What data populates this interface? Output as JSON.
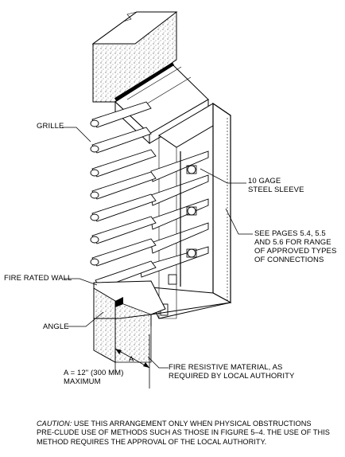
{
  "labels": {
    "grille": "GRILLE",
    "sleeve": "10 GAGE\nSTEEL SLEEVE",
    "see_pages": "SEE PAGES 5.4, 5.5\nAND 5.6 FOR RANGE\nOF APPROVED TYPES\nOF CONNECTIONS",
    "fire_wall": "FIRE RATED WALL",
    "angle": "ANGLE",
    "fire_material": "FIRE RESISTIVE MATERIAL, AS\nREQUIRED BY LOCAL AUTHORITY",
    "dim_a": "A",
    "dim_note": "A = 12\" (300 MM)\nMAXIMUM"
  },
  "caption": {
    "prefix": "CAUTION:",
    "text": " USE THIS ARRANGEMENT ONLY WHEN PHYSICAL OBSTRUCTIONS PRE-CLUDE USE OF METHODS SUCH AS THOSE IN FIGURE 5–4. THE USE OF THIS METHOD REQUIRES THE APPROVAL OF THE LOCAL AUTHORITY."
  }
}
